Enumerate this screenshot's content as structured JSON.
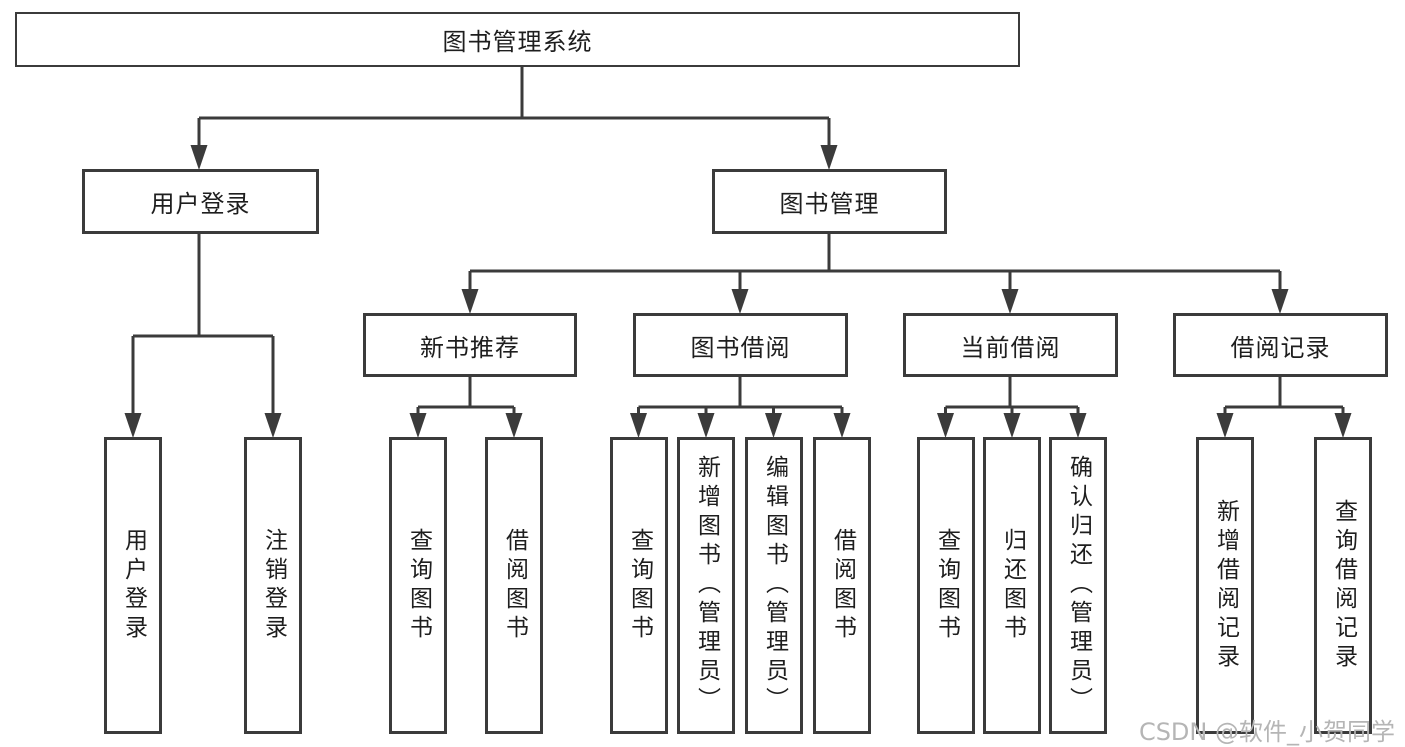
{
  "tree": {
    "root": {
      "label": "图书管理系统",
      "children": [
        {
          "label": "用户登录",
          "children": [
            {
              "label": "用户登录"
            },
            {
              "label": "注销登录"
            }
          ]
        },
        {
          "label": "图书管理",
          "children": [
            {
              "label": "新书推荐",
              "children": [
                {
                  "label": "查询图书"
                },
                {
                  "label": "借阅图书"
                }
              ]
            },
            {
              "label": "图书借阅",
              "children": [
                {
                  "label": "查询图书"
                },
                {
                  "label": "新增图书（管理员）"
                },
                {
                  "label": "编辑图书（管理员）"
                },
                {
                  "label": "借阅图书"
                }
              ]
            },
            {
              "label": "当前借阅",
              "children": [
                {
                  "label": "查询图书"
                },
                {
                  "label": "归还图书"
                },
                {
                  "label": "确认归还（管理员）"
                }
              ]
            },
            {
              "label": "借阅记录",
              "children": [
                {
                  "label": "新增借阅记录"
                },
                {
                  "label": "查询借阅记录"
                }
              ]
            }
          ]
        }
      ]
    }
  },
  "watermark": {
    "text": "CSDN @软件_小贺同学"
  },
  "colors": {
    "line": "#3b3b3b",
    "text": "#1e1e1e",
    "background": "#ffffff",
    "watermark": "#b5b5b5"
  }
}
